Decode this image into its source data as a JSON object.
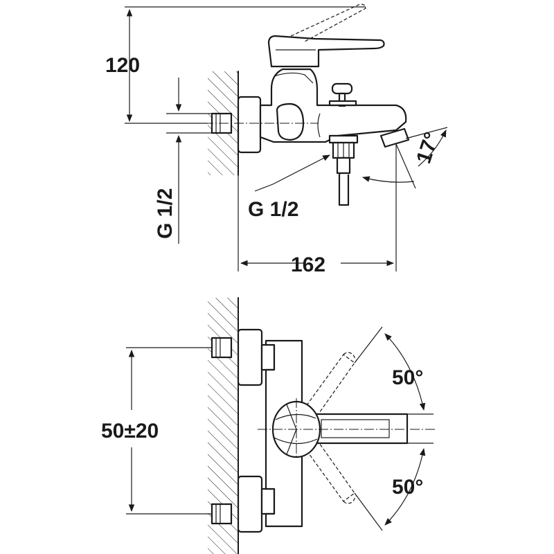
{
  "dimensions": {
    "height_above": "120",
    "inlet_thread_vertical": "G 1/2",
    "outlet_thread": "G 1/2",
    "depth": "162",
    "spout_angle": "17°",
    "inlet_spacing": "50±20",
    "lever_angle_upper": "50°",
    "lever_angle_lower": "50°"
  }
}
